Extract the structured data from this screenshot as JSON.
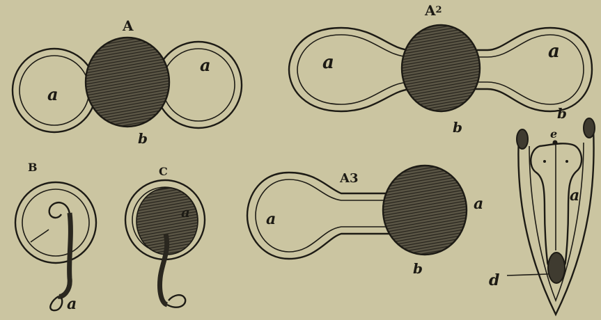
{
  "figures": {
    "A": {
      "caption": "A",
      "label_left": "a",
      "label_right": "a",
      "label_bottom": "b"
    },
    "A2": {
      "caption": "A",
      "caption_sup": "2",
      "label_left": "a",
      "label_right": "a",
      "label_b1": "b",
      "label_b2": "b"
    },
    "A3": {
      "caption": "A3",
      "label_left": "a",
      "label_right": "a",
      "label_bottom": "b"
    },
    "B": {
      "caption": "B",
      "label": "a"
    },
    "C": {
      "caption": "C",
      "label": "a"
    },
    "embryo": {
      "label_e": "e",
      "label_a": "a",
      "label_d": "d"
    }
  }
}
